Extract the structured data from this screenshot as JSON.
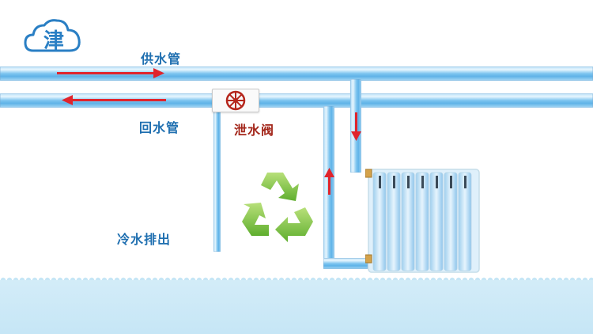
{
  "labels": {
    "supply": "供水管",
    "return": "回水管",
    "drain_valve": "泄水阀",
    "cold_water_discharge": "冷水排出"
  },
  "logo": {
    "char": "津",
    "icon": "cloud-logo-icon"
  },
  "colors": {
    "pipe": "#6ab9ea",
    "arrow": "#e0242c",
    "label_blue": "#1f6fb0",
    "label_red": "#a3261a",
    "recycle_green": "#7ec63f",
    "floor": "#c6e6f6"
  },
  "icons": [
    "cloud-logo-icon",
    "valve-wheel-icon",
    "recycle-icon",
    "radiator-icon"
  ]
}
